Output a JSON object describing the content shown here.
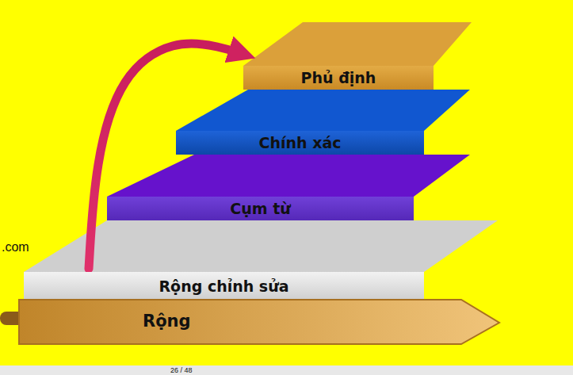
{
  "diagram": {
    "nodes": [
      {
        "text": [
          "Phủ định"
        ]
      },
      {
        "text": [
          "Chính xác"
        ]
      },
      {
        "text": [
          "Cụm từ"
        ]
      },
      {
        "text": [
          "Rộng chỉnh sửa"
        ]
      },
      {
        "text": [
          "Rộng"
        ]
      }
    ],
    "edges": [
      {
        "from": 3,
        "to": 0,
        "arrow": "to"
      }
    ],
    "labels": [
      ".com",
      "26 / 48"
    ]
  }
}
